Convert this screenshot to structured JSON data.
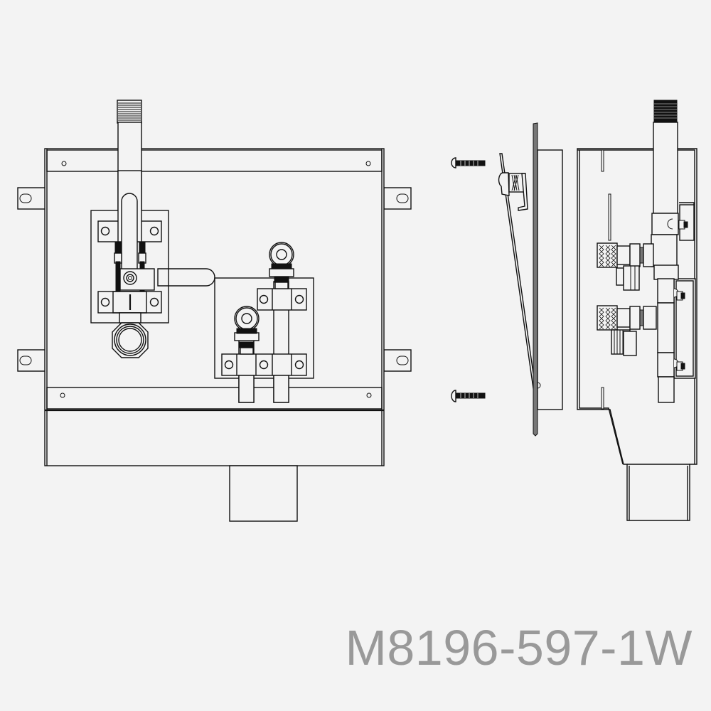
{
  "drawing": {
    "background_color": "#f3f3f3",
    "line_color": "#111111",
    "views": [
      {
        "name": "front-view",
        "description": "Front elevation of recessed outlet box with ball valve and hose connections"
      },
      {
        "name": "side-view-cover-exploded",
        "description": "Side view of cover plate with cam lock and two mounting screws"
      },
      {
        "name": "side-view-box",
        "description": "Side section view of box with valves, quick connects, and drain outlet"
      }
    ]
  },
  "label": {
    "model_number": "M8196-597-1W",
    "color": "#999999"
  }
}
